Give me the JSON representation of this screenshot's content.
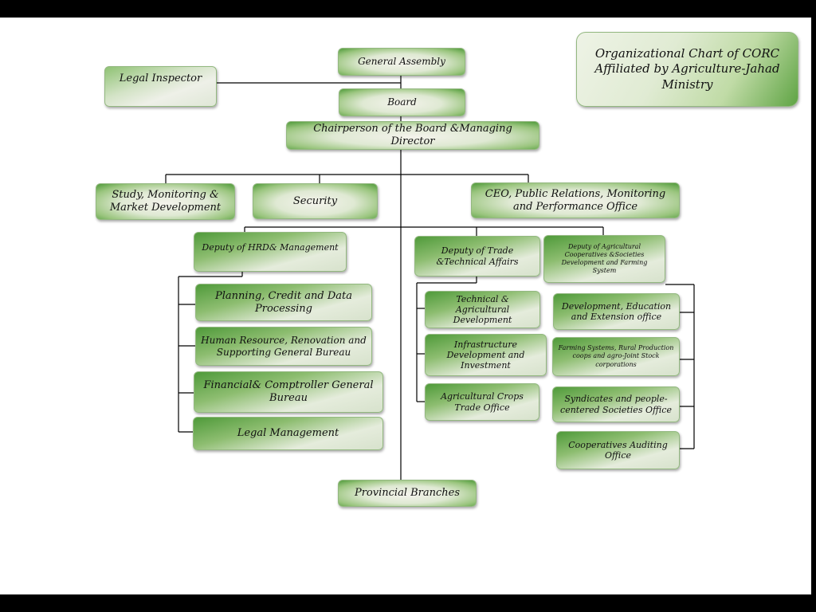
{
  "title": "Organizational Chart of CORC Affiliated by Agriculture-Jahad Ministry",
  "nodes": {
    "general_assembly": "General Assembly",
    "legal_inspector": "Legal Inspector",
    "board": "Board",
    "chairperson": "Chairperson of the Board &Managing Director",
    "study": "Study, Monitoring & Market Development",
    "security": "Security",
    "ceo": "CEO, Public Relations, Monitoring and Performance Office",
    "deputy_hrd": "Deputy of HRD& Management",
    "planning": "Planning, Credit and Data Processing",
    "human_resource": "Human Resource, Renovation and Supporting General Bureau",
    "financial": "Financial& Comptroller General Bureau",
    "legal_management": "Legal Management",
    "deputy_trade": "Deputy of Trade &Technical Affairs",
    "technical_ag": "Technical & Agricultural Development",
    "infrastructure": "Infrastructure Development and Investment",
    "crops_trade": "Agricultural Crops Trade Office",
    "deputy_coop": "Deputy of Agricultural Cooperatives &Societies Development and Farming System",
    "dev_education": "Development, Education and Extension office",
    "farming_systems": "Farming Systems, Rural Production coops and agro-Joint Stock corporations",
    "syndicates": "Syndicates and people-centered Societies Office",
    "coop_auditing": "Cooperatives Auditing Office",
    "provincial": "Provincial Branches"
  },
  "colors": {
    "box_green": "#4f9a3a",
    "box_light": "#eef0e8",
    "line": "#000000"
  }
}
